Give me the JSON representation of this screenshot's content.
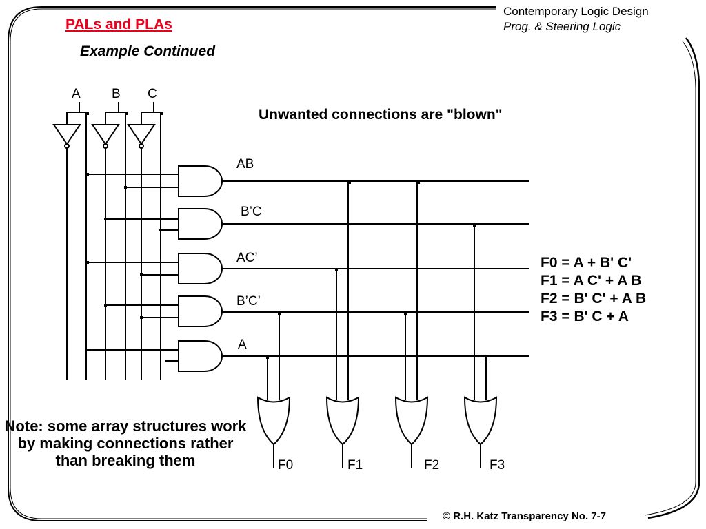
{
  "header": {
    "title": "PALs and PLAs",
    "subtitle": "Example Continued",
    "course": "Contemporary  Logic Design",
    "topic": "Prog. & Steering Logic"
  },
  "diagram": {
    "inputs": [
      "A",
      "B",
      "C"
    ],
    "product_terms": [
      "AB",
      "B’C",
      "AC’",
      "B’C’",
      "A"
    ],
    "outputs": [
      "F0",
      "F1",
      "F2",
      "F3"
    ],
    "annotation": "Unwanted connections are \"blown\""
  },
  "equations": [
    "F0 = A  + B' C'",
    "F1 = A C'  +  A B",
    "F2 = B' C'  +  A B",
    "F3 = B' C  +  A"
  ],
  "note": "Note: some array structures work by making connections rather than breaking them",
  "footer": "© R.H. Katz   Transparency No. 7-7"
}
